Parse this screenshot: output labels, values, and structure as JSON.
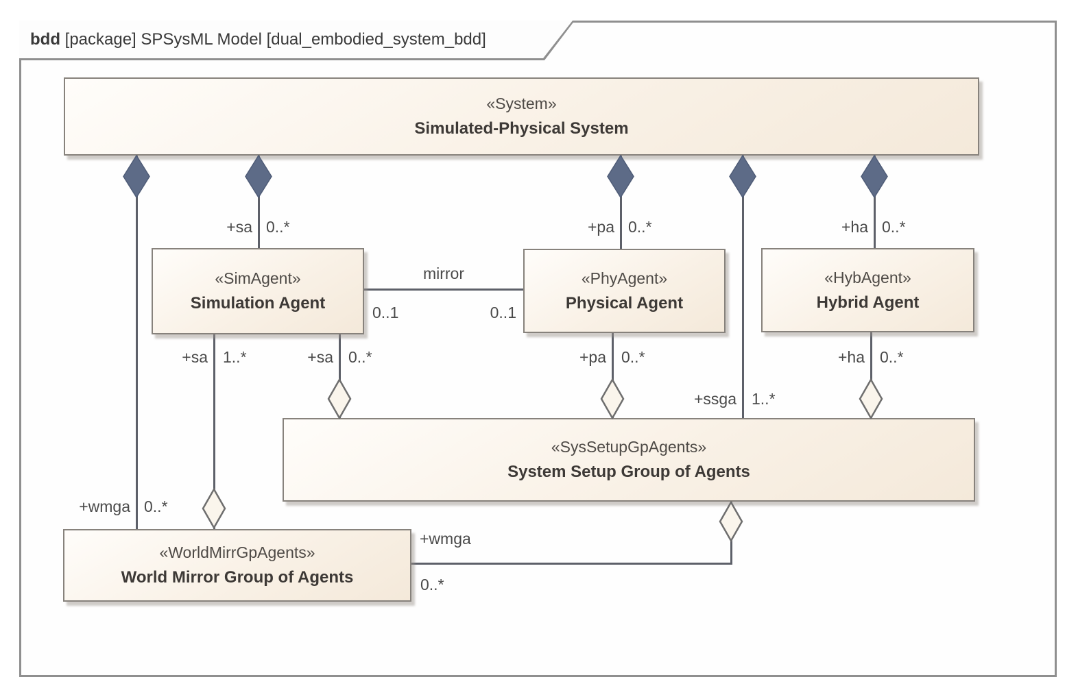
{
  "frame": {
    "kind_bold": "bdd",
    "title_rest": " [package] SPSysML Model [dual_embodied_system_bdd]"
  },
  "blocks": {
    "system": {
      "stereotype": "«System»",
      "name": "Simulated-Physical System"
    },
    "sim_agent": {
      "stereotype": "«SimAgent»",
      "name": "Simulation Agent"
    },
    "phy_agent": {
      "stereotype": "«PhyAgent»",
      "name": "Physical Agent"
    },
    "hyb_agent": {
      "stereotype": "«HybAgent»",
      "name": "Hybrid Agent"
    },
    "sys_setup": {
      "stereotype": "«SysSetupGpAgents»",
      "name": "System Setup Group of Agents"
    },
    "world_mirror": {
      "stereotype": "«WorldMirrGpAgents»",
      "name": "World Mirror Group of Agents"
    }
  },
  "edges": {
    "sa_composition": {
      "role": "+sa",
      "mult": "0..*"
    },
    "pa_composition": {
      "role": "+pa",
      "mult": "0..*"
    },
    "ha_composition": {
      "role": "+ha",
      "mult": "0..*"
    },
    "ssga_composition": {
      "role": "+ssga",
      "mult": "1..*"
    },
    "sa_worldmirror": {
      "role": "+sa",
      "mult": "1..*"
    },
    "sa_syssetup": {
      "role": "+sa",
      "mult": "0..*"
    },
    "pa_syssetup": {
      "role": "+pa",
      "mult": "0..*"
    },
    "ha_syssetup": {
      "role": "+ha",
      "mult": "0..*"
    },
    "wmga_composition": {
      "role": "+wmga",
      "mult": "0..*"
    },
    "wmga_syssetup": {
      "role": "+wmga",
      "mult": "0..*"
    },
    "mirror": {
      "name": "mirror",
      "sim_mult": "0..1",
      "phy_mult": "0..1"
    }
  },
  "colors": {
    "block_fill": "#f9f1e6",
    "block_border": "#87827c",
    "line": "#5d6069",
    "composition_diamond": "#5d6b87",
    "aggregation_diamond_fill": "#faf5ec",
    "frame_border": "#8f8f8f",
    "text": "#3d3936"
  }
}
